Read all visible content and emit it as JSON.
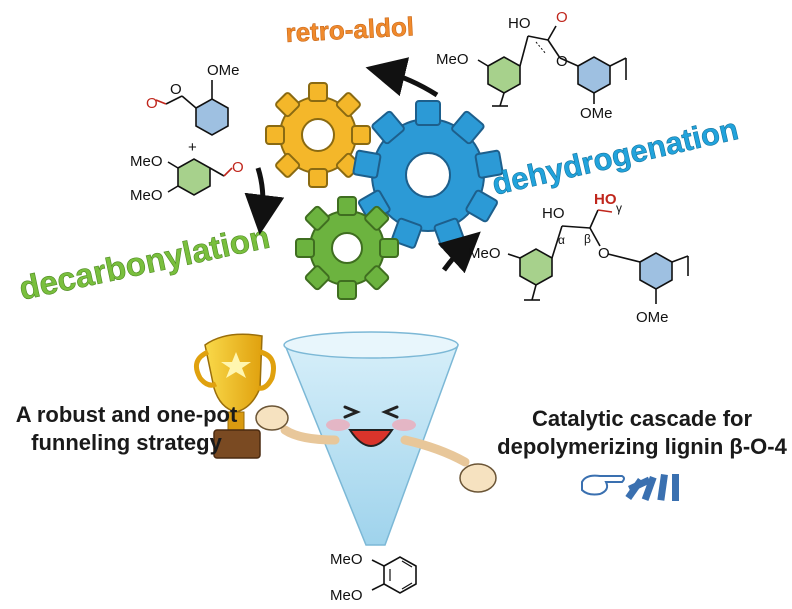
{
  "steps": {
    "retro_aldol": "retro-aldol",
    "dehydrogenation": "dehydrogenation",
    "decarbonylation": "decarbonylation"
  },
  "captions": {
    "left_line1": "A robust and one-pot",
    "left_line2": "funneling strategy",
    "right_line1": "Catalytic cascade for",
    "right_line2": "depolymerizing lignin β-O-4"
  },
  "chem_labels": {
    "ome": "OMe",
    "meo": "MeO",
    "ho": "HO",
    "plus": "+",
    "alpha": "α",
    "beta": "β",
    "gamma": "γ"
  },
  "colors": {
    "retro_aldol": "#f08a2c",
    "dehydrogenation": "#21a3dc",
    "decarbonylation": "#79bf3d",
    "gear_yellow": "#f4b72a",
    "gear_blue": "#2c9ad6",
    "gear_green": "#6cb33f",
    "funnel": "#bfe3f3",
    "trophy": "#f6c21c",
    "oxygen_red": "#c0261c",
    "ring_blue": "#4f8cc8"
  },
  "icons": [
    "gear-icon",
    "trophy-icon",
    "funnel-mascot-icon",
    "pointing-hand-icon",
    "dominoes-icon"
  ]
}
